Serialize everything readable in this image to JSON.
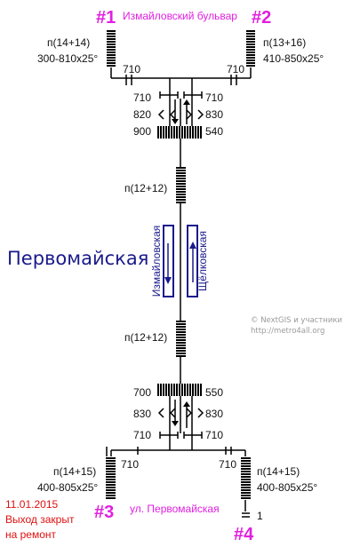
{
  "colors": {
    "exit_label": "#e020e0",
    "platform": "#1a1a8c",
    "credit": "#9a9a9a",
    "notice": "#e01010",
    "line": "#000000"
  },
  "station_name": "Первомайская",
  "exits": {
    "exit1": {
      "num": "#1",
      "title": "Измайловский бульвар",
      "stairs": "п(14+14)",
      "ramp": "300-810x25°",
      "step": "710"
    },
    "exit2": {
      "num": "#2",
      "stairs": "п(13+16)",
      "ramp": "410-850x25°",
      "step": "710"
    },
    "exit3": {
      "num": "#3",
      "title": "ул. Первомайская",
      "stairs": "п(14+15)",
      "ramp": "400-805x25°",
      "step": "710"
    },
    "exit4": {
      "num": "#4",
      "stairs": "п(14+15)",
      "ramp": "400-805x25°",
      "step": "710",
      "single_step": "1"
    }
  },
  "north_vestibule": {
    "door_left": "710",
    "door_right": "710",
    "turnstile_left": "820",
    "turnstile_right": "830",
    "stair_left": "900",
    "stair_right": "540"
  },
  "upper_passage_stairs": "п(12+12)",
  "lower_passage_stairs": "п(12+12)",
  "platforms": {
    "left": "Измайловская",
    "right": "Щёлковская"
  },
  "south_vestibule": {
    "stair_left": "700",
    "stair_right": "550",
    "turnstile_left": "830",
    "turnstile_right": "830",
    "door_left": "710",
    "door_right": "710"
  },
  "credit": {
    "line1": "© NextGIS и участники",
    "line2": "http://metro4all.org"
  },
  "notice": {
    "date": "11.01.2015",
    "line1": "Выход закрыт",
    "line2": "на ремонт"
  }
}
